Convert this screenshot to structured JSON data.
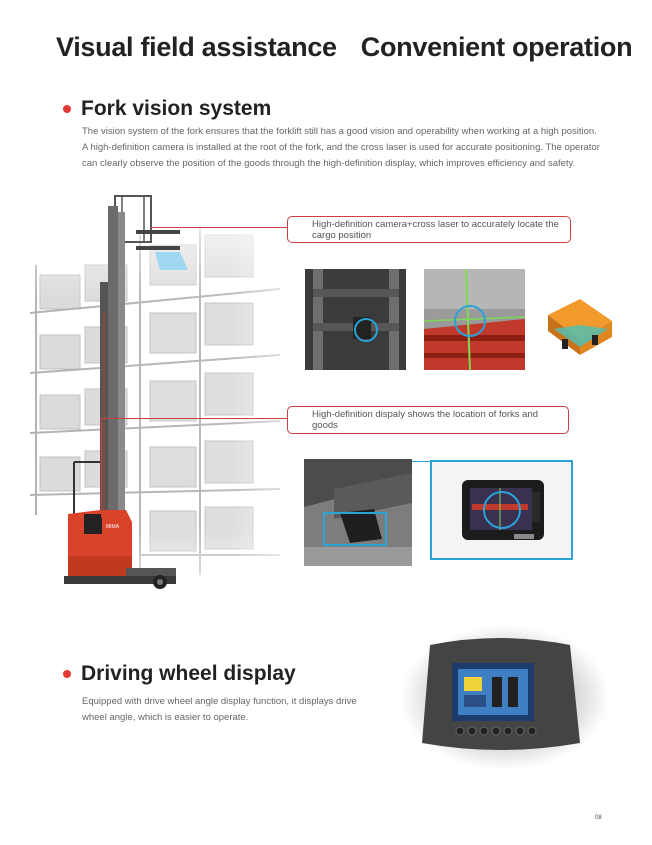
{
  "header": {
    "title_left": "Visual field assistance",
    "title_right": "Convenient operation"
  },
  "fork_vision": {
    "title": "Fork vision system",
    "description": "The vision system of the fork ensures that the forklift still has a good vision and operability when working at a high position. A high-definition camera is installed at the root of the fork, and the cross laser is used for accurate positioning. The operator can clearly observe the position of the goods through the high-definition display, which improves efficiency and safety.",
    "callout_camera": "High-definition camera+cross laser to accurately locate the cargo position",
    "callout_display": "High-definition dispaly shows the location of forks and goods"
  },
  "driving_wheel": {
    "title": "Driving wheel display",
    "description": "Equipped with drive wheel angle display function, it displays drive wheel angle, which is easier to operate."
  },
  "truck_brand": "MIMA",
  "page_number": "08",
  "colors": {
    "accent": "#e53935",
    "callout_border": "#c94040",
    "highlight_blue": "#2aa3d8",
    "truck_red": "#d9432a"
  }
}
